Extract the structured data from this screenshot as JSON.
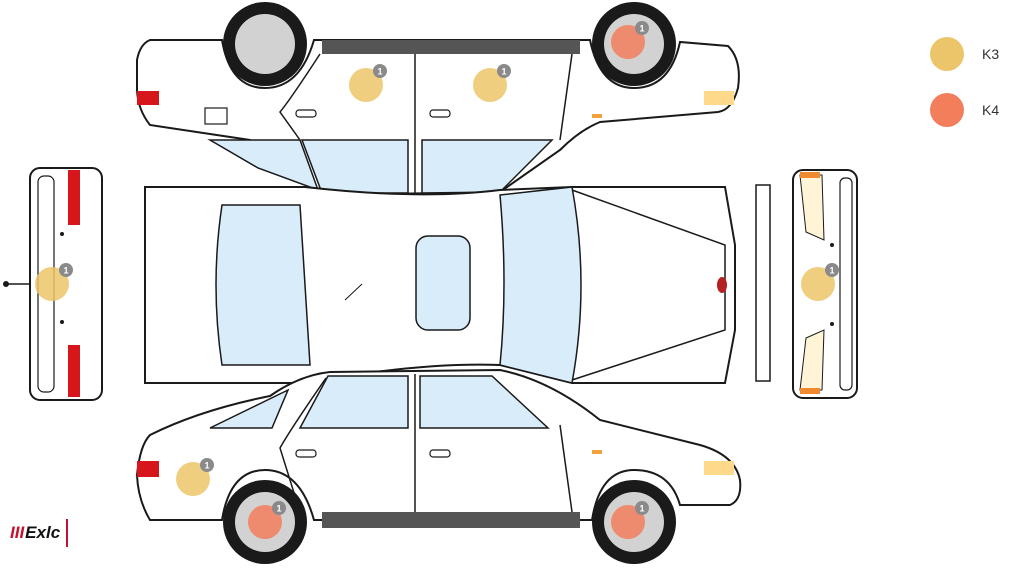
{
  "colors": {
    "k3": "#ecc56a",
    "k4": "#f37e5c",
    "badge": "#8a8a8a",
    "glass": "#d9ecfa",
    "outline": "#1a1a1a",
    "tail_red": "#d6161b",
    "indicator": "#ffd98a",
    "trim": "#555555"
  },
  "legend": {
    "items": [
      {
        "label": "K3",
        "color": "#ecc56a"
      },
      {
        "label": "K4",
        "color": "#f37e5c"
      }
    ]
  },
  "markers": {
    "badge_text": "1",
    "items": [
      {
        "view": "side-top",
        "part": "rear-door",
        "severity": "K3"
      },
      {
        "view": "side-top",
        "part": "front-door",
        "severity": "K3"
      },
      {
        "view": "side-top",
        "part": "front-wheel",
        "severity": "K4"
      },
      {
        "view": "rear-view",
        "part": "rear-bumper",
        "severity": "K3"
      },
      {
        "view": "front-view",
        "part": "front-bumper",
        "severity": "K3"
      },
      {
        "view": "side-bottom",
        "part": "rear-quarter",
        "severity": "K3"
      },
      {
        "view": "side-bottom",
        "part": "rear-wheel",
        "severity": "K4"
      },
      {
        "view": "side-bottom",
        "part": "front-wheel",
        "severity": "K4"
      }
    ]
  },
  "logo": {
    "bars": "III",
    "text": "Exlc"
  }
}
